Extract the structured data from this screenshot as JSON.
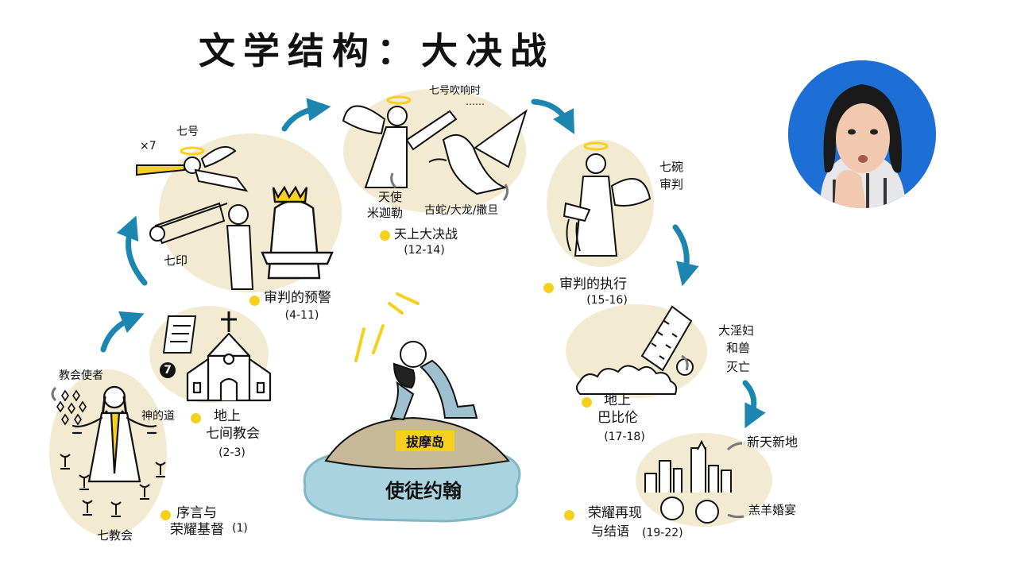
{
  "title": "文学结构：大决战",
  "stages": {
    "intro": {
      "label_line1": "序言与",
      "label_line2": "荣耀基督",
      "range": "(1)",
      "tag_angel": "教会使者",
      "tag_word": "神的道",
      "tag_churches": "七教会"
    },
    "churches": {
      "label_line1": "地上",
      "label_line2": "七间教会",
      "range": "(2-3)",
      "badge": "7"
    },
    "seals": {
      "label": "审判的预警",
      "range": "(4-11)",
      "tag_times": "×7",
      "tag_trumpets": "七号",
      "tag_seals": "七印"
    },
    "heaven_war": {
      "label": "天上大决战",
      "range": "(12-14)",
      "tag_trumpet_sound": "七号吹响时",
      "tag_trumpet_dots": "……",
      "tag_angel_line1": "天使",
      "tag_angel_line2": "米迦勒",
      "tag_dragon": "古蛇/大龙/撒旦"
    },
    "bowls": {
      "label": "审判的执行",
      "range": "(15-16)",
      "tag_line1": "七碗",
      "tag_line2": "审判"
    },
    "babylon": {
      "label_line1": "地上",
      "label_line2": "巴比伦",
      "range": "(17-18)",
      "tag_line1": "大淫妇",
      "tag_line2": "和兽",
      "tag_line3": "灭亡"
    },
    "new_world": {
      "label_line1": "荣耀再现",
      "label_line2": "与结语",
      "range": "(19-22)",
      "tag_new": "新天新地",
      "tag_feast": "羔羊婚宴"
    }
  },
  "center": {
    "rock": "拔摩岛",
    "person": "使徒约翰"
  },
  "colors": {
    "arrow": "#1d86b0",
    "dot": "#f5d11e",
    "blob": "#f3ead2",
    "sea": "#a9d4df",
    "rock": "#c8b89a",
    "avatar_bg": "#1d6fd6"
  }
}
